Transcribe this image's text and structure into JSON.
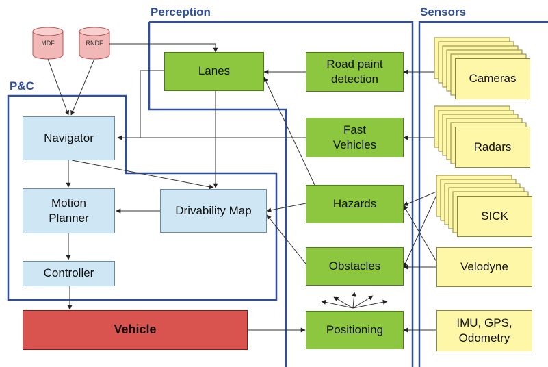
{
  "regions": {
    "perception": "Perception",
    "sensors": "Sensors",
    "pc": "P&C"
  },
  "databases": {
    "mdf": "MDF",
    "rndf": "RNDF"
  },
  "perception_modules": {
    "lanes": "Lanes",
    "road_paint": "Road paint\ndetection",
    "fast_vehicles": "Fast\nVehicles",
    "hazards": "Hazards",
    "obstacles": "Obstacles",
    "positioning": "Positioning"
  },
  "pc_modules": {
    "navigator": "Navigator",
    "motion_planner": "Motion\nPlanner",
    "drivability_map": "Drivability Map",
    "controller": "Controller"
  },
  "vehicle": "Vehicle",
  "sensors": {
    "cameras": "Cameras",
    "radars": "Radars",
    "sick": "SICK",
    "velodyne": "Velodyne",
    "imu": "IMU, GPS,\nOdometry"
  }
}
